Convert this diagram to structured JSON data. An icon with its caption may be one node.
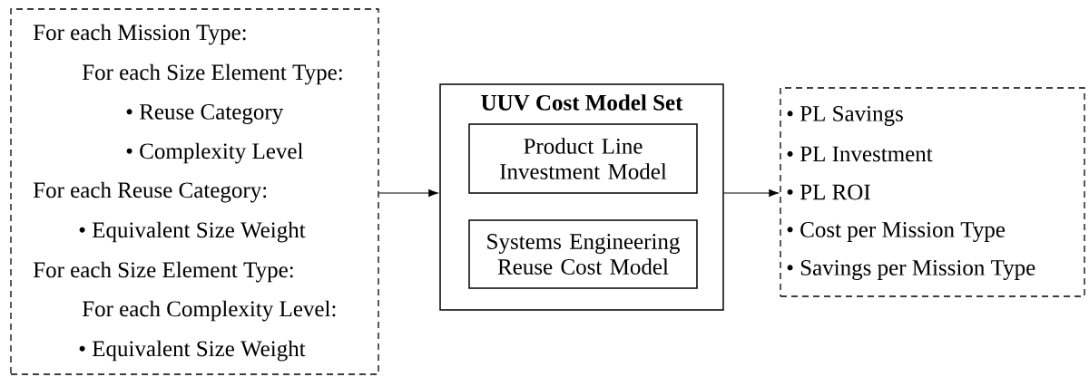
{
  "diagram": {
    "nodes": [
      {
        "text": [
          "For each Mission Type:",
          "For each Size Element Type:",
          "• Reuse Category",
          "• Complexity Level",
          "For each Reuse Category:",
          "•  Equivalent Size Weight",
          "For each Size Element Type:",
          "For each Complexity Level:",
          "•  Equivalent Size Weight"
        ]
      },
      {
        "text": [
          "UUV Cost Model Set"
        ]
      },
      {
        "text": [
          "Product Line Investment Model"
        ],
        "in": 1
      },
      {
        "text": [
          "Systems Engineering Reuse Cost Model"
        ],
        "in": 1
      },
      {
        "text": [
          "• PL Savings",
          "• PL Investment",
          "• PL ROI",
          "• Cost per Mission Type",
          "• Savings per Mission Type"
        ]
      }
    ],
    "edges": [
      {
        "from": 0,
        "to": 1,
        "arrow": "to"
      },
      {
        "from": 1,
        "to": 4,
        "arrow": "to"
      }
    ]
  }
}
